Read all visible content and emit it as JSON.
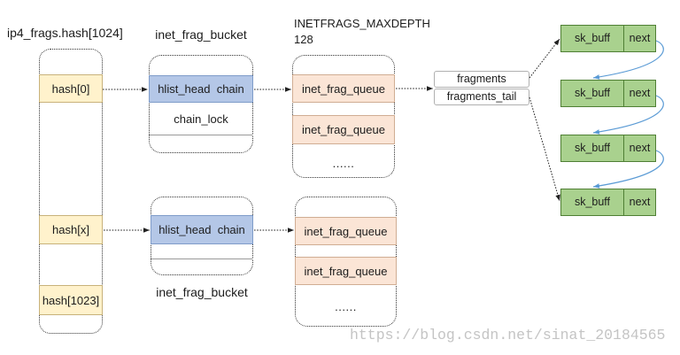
{
  "hash_table": {
    "title": "ip4_frags.hash[1024]",
    "entries": [
      "hash[0]",
      "hash[x]",
      "hash[1023]"
    ]
  },
  "buckets": {
    "label_top": "inet_frag_bucket",
    "label_bottom": "inet_frag_bucket",
    "items": [
      {
        "chain": "hlist_head  chain",
        "lock": "chain_lock"
      },
      {
        "chain": "hlist_head  chain"
      }
    ]
  },
  "queues": {
    "max_depth_name": "INETFRAGS_MAXDEPTH",
    "max_depth_value": "128",
    "groups": [
      {
        "items": [
          "inet_frag_queue",
          "inet_frag_queue"
        ],
        "more": "......"
      },
      {
        "items": [
          "inet_frag_queue",
          "inet_frag_queue"
        ],
        "more": "......"
      }
    ]
  },
  "fragments": {
    "head": "fragments",
    "tail": "fragments_tail"
  },
  "skb_list": [
    {
      "name": "sk_buff",
      "next": "next"
    },
    {
      "name": "sk_buff",
      "next": "next"
    },
    {
      "name": "sk_buff",
      "next": "next"
    },
    {
      "name": "sk_buff",
      "next": "next"
    }
  ],
  "watermark": "https://blog.csdn.net/sinat_20184565",
  "colors": {
    "hash_fill": "#fff2cc",
    "hash_border": "#c8b27a",
    "chain_fill": "#b4c7e7",
    "chain_border": "#7f9cc9",
    "queue_fill": "#fbe5d6",
    "queue_border": "#d0ad93",
    "skb_fill": "#a9d18e",
    "skb_border": "#4f7f34",
    "link_curve": "#5b9bd5",
    "arrow": "#222222",
    "watermark": "#c4c4c4"
  }
}
